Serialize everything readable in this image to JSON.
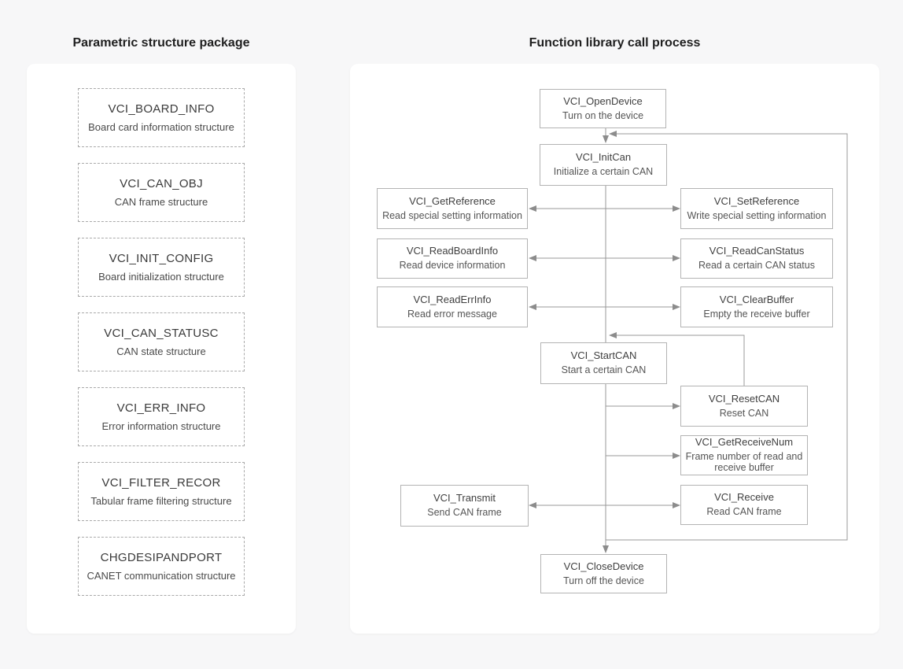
{
  "left_panel": {
    "title": "Parametric structure package",
    "items": [
      {
        "name": "VCI_BOARD_INFO",
        "desc": "Board card information structure"
      },
      {
        "name": "VCI_CAN_OBJ",
        "desc": "CAN frame structure"
      },
      {
        "name": "VCI_INIT_CONFIG",
        "desc": "Board initialization structure"
      },
      {
        "name": "VCI_CAN_STATUSC",
        "desc": "CAN state structure"
      },
      {
        "name": "VCI_ERR_INFO",
        "desc": "Error information structure"
      },
      {
        "name": "VCI_FILTER_RECOR",
        "desc": "Tabular frame filtering structure"
      },
      {
        "name": "CHGDESIPANDPORT",
        "desc": "CANET communication structure"
      }
    ]
  },
  "right_panel": {
    "title": "Function library call process",
    "nodes": {
      "open_device": {
        "name": "VCI_OpenDevice",
        "desc": "Turn on the device"
      },
      "init_can": {
        "name": "VCI_InitCan",
        "desc": "Initialize a certain CAN"
      },
      "get_reference": {
        "name": "VCI_GetReference",
        "desc": "Read special setting information"
      },
      "set_reference": {
        "name": "VCI_SetReference",
        "desc": "Write special setting information"
      },
      "read_board_info": {
        "name": "VCI_ReadBoardInfo",
        "desc": "Read device information"
      },
      "read_can_status": {
        "name": "VCI_ReadCanStatus",
        "desc": "Read a certain CAN status"
      },
      "read_err_info": {
        "name": "VCI_ReadErrInfo",
        "desc": "Read error message"
      },
      "clear_buffer": {
        "name": "VCI_ClearBuffer",
        "desc": "Empty the receive buffer"
      },
      "start_can": {
        "name": "VCI_StartCAN",
        "desc": "Start a certain CAN"
      },
      "reset_can": {
        "name": "VCI_ResetCAN",
        "desc": "Reset CAN"
      },
      "get_receive_num": {
        "name": "VCI_GetReceiveNum",
        "desc": "Frame number of read and receive buffer"
      },
      "transmit": {
        "name": "VCI_Transmit",
        "desc": "Send CAN frame"
      },
      "receive": {
        "name": "VCI_Receive",
        "desc": "Read CAN frame"
      },
      "close_device": {
        "name": "VCI_CloseDevice",
        "desc": "Turn off the device"
      }
    }
  },
  "colors": {
    "page_background": "#f7f7f8",
    "card_background": "#ffffff",
    "dashed_border": "#a9a9a9",
    "node_border": "#b3b3b3",
    "connector_line": "#999999",
    "arrowhead": "#8c8c8c",
    "title_text": "#1f1f1f",
    "node_text": "#3f3f3f"
  }
}
